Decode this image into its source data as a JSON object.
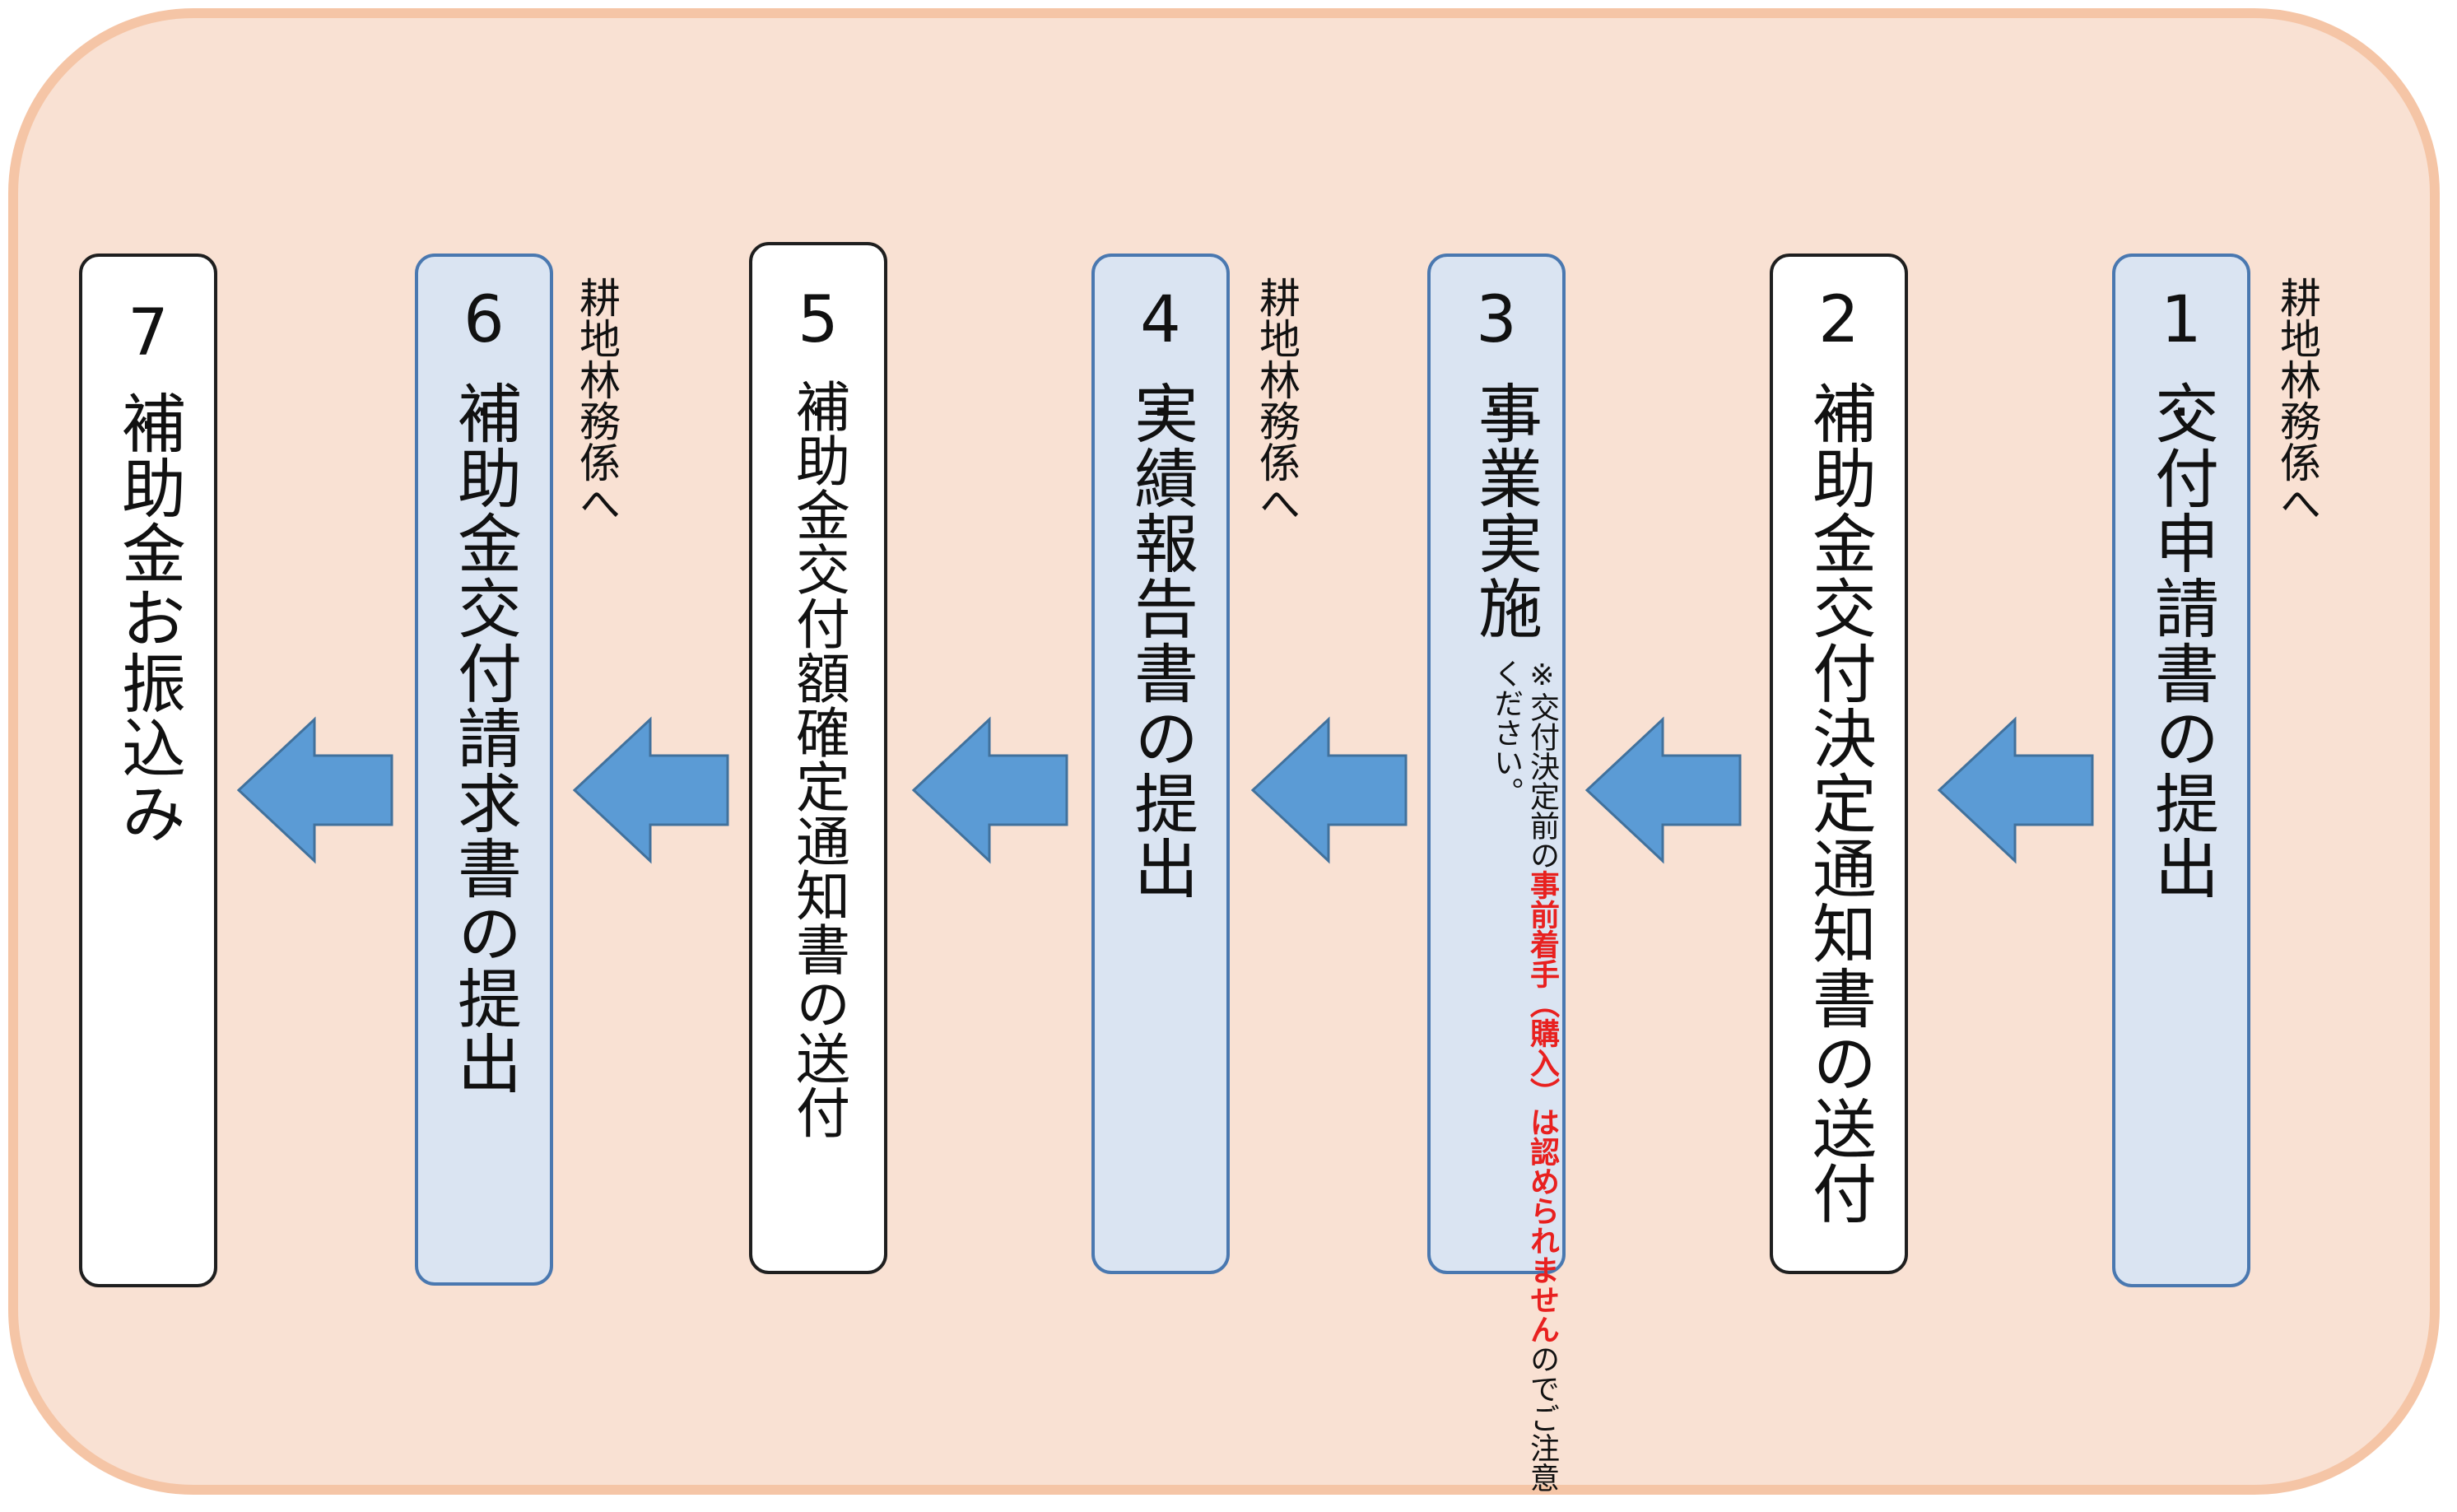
{
  "steps": [
    {
      "num": "1.",
      "label": "交付申請書の提出"
    },
    {
      "num": "2.",
      "label": "補助金交付決定通知書の送付"
    },
    {
      "num": "3.",
      "label": "事業実施"
    },
    {
      "num": "4.",
      "label": "実績報告書の提出"
    },
    {
      "num": "5.",
      "label": "補助金交付額確定通知書の送付"
    },
    {
      "num": "6.",
      "label": "補助金交付請求書の提出"
    },
    {
      "num": "7.",
      "label": "補助金お振込み"
    }
  ],
  "step3_note": {
    "prefix": "※交付決定前の",
    "highlight": "事前着手（購入）は認められません",
    "suffix": "のでご注意ください。"
  },
  "side_labels": {
    "step1": "耕地林務係へ",
    "step4": "耕地林務係へ",
    "step6": "耕地林務係へ"
  },
  "colors": {
    "frame_fill": "#f9e1d3",
    "frame_border": "#f5c5a6",
    "blue_box_fill": "#dae4f2",
    "blue_box_border": "#4a78b0",
    "arrow_fill": "#5b9bd5",
    "arrow_stroke": "#41719c",
    "warning_red": "#e8201f"
  },
  "arrow_icon": "left-arrow-icon"
}
